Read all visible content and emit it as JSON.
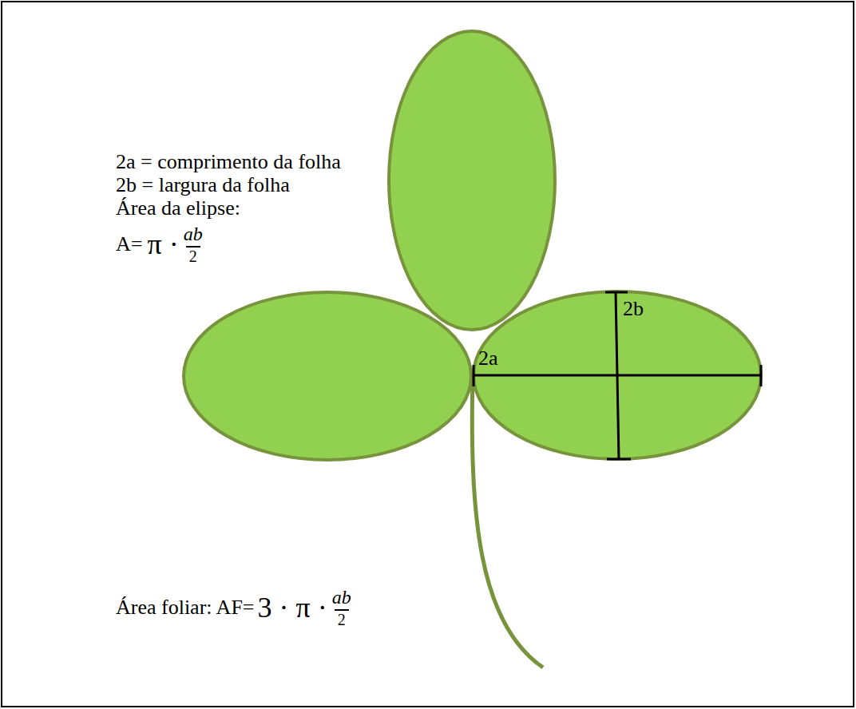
{
  "diagram": {
    "labels": [
      "2a = comprimento da folha",
      "2b = largura da folha",
      "Área da elipse:",
      "A=",
      "π ·",
      "ab",
      "2",
      "2b",
      "2a",
      "Área foliar: AF=",
      "3 · π ·",
      "ab",
      "2"
    ]
  }
}
